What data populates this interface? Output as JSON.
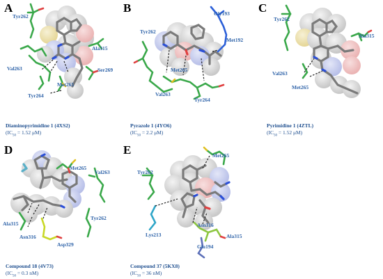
{
  "panels": [
    {
      "letter": "A",
      "caption": "Diaminopyrimidine 1 (4XS2)",
      "ic_prefix": "(IC",
      "ic_sub": "50",
      "ic_value": " = 1.52 μM)",
      "residues": [
        "Tyr262",
        "Ala315",
        "Val263",
        "Ser269",
        "Met265",
        "Tyr264"
      ]
    },
    {
      "letter": "B",
      "caption": "Pyrazole 1 (4YO6)",
      "ic_prefix": "(IC",
      "ic_sub": "50",
      "ic_value": " = 2.2 μM)",
      "residues": [
        "Gly193",
        "Met192",
        "Tyr262",
        "Met265",
        "Val263",
        "Tyr264"
      ]
    },
    {
      "letter": "C",
      "caption": "Pyrimidine 1 (4ZTL)",
      "ic_prefix": "(IC",
      "ic_sub": "50",
      "ic_value": " = 1.52 μM)",
      "residues": [
        "Tyr262",
        "Ala315",
        "Val263",
        "Met265"
      ]
    },
    {
      "letter": "D",
      "caption": "Compound 18 (4V73)",
      "ic_prefix": "(IC",
      "ic_sub": "50",
      "ic_value": " = 0.3 nM)",
      "residues": [
        "Met265",
        "Val263",
        "Tyr262",
        "Ala315",
        "Asn316",
        "Asp329"
      ]
    },
    {
      "letter": "E",
      "caption": "Compound 37 (5KX8)",
      "ic_prefix": "(IC",
      "ic_sub": "50",
      "ic_value": " = 36 nM)",
      "residues": [
        "Met265",
        "Tyr262",
        "Lys213",
        "Asn316",
        "Ala315",
        "Glu194"
      ]
    }
  ],
  "colors": {
    "carbon_green": "#3aa84a",
    "ligand_gray": "#8a8a8a",
    "nitrogen_blue": "#2b4fd8",
    "oxygen_red": "#e04040",
    "sulfur_yellow": "#e0c020",
    "label_blue": "#2d62a8",
    "caption_blue": "#1f4f8f",
    "surface_gray": "#c9c9c9"
  }
}
